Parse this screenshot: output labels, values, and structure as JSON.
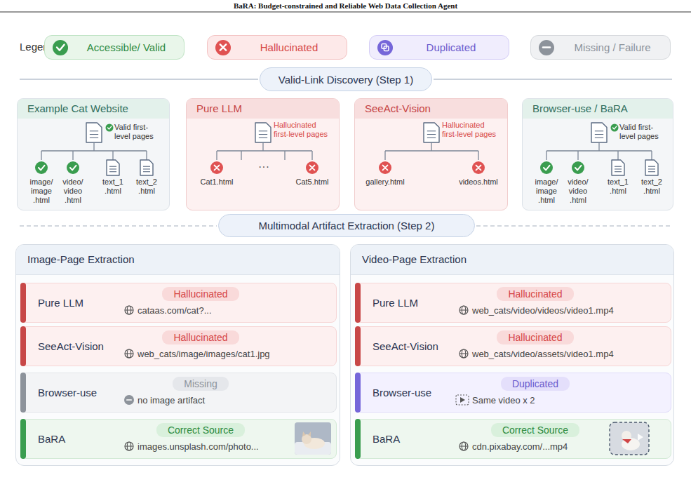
{
  "diagram": {
    "title": "BaRA: Budget-constrained and Reliable Web Data Collection Agent",
    "nodes": [
      {
        "text": [
          "Valid-Link Discovery (Step 1)"
        ]
      },
      {
        "text": [
          "Example Cat Website",
          "Valid first-level pages",
          "image/ image .html",
          "video/ video .html",
          "text_1 .html",
          "text_2 .html"
        ]
      },
      {
        "text": [
          "Pure LLM",
          "Hallucinated first-level pages",
          "Cat1.html",
          "···",
          "Cat5.html"
        ]
      },
      {
        "text": [
          "SeeAct-Vision",
          "Hallucinated first-level pages",
          "gallery.html",
          "videos.html"
        ]
      },
      {
        "text": [
          "Browser-use / BaRA",
          "Valid first-level pages",
          "image/ image .html",
          "video/ video .html",
          "text_1 .html",
          "text_2 .html"
        ]
      },
      {
        "text": [
          "Multimodal Artifact Extraction (Step 2)"
        ]
      },
      {
        "text": [
          "Image-Page Extraction"
        ]
      },
      {
        "text": [
          "Pure LLM",
          "Hallucinated",
          "cataas.com/cat?..."
        ],
        "in": 6
      },
      {
        "text": [
          "SeeAct-Vision",
          "Hallucinated",
          "web_cats/image/images/cat1.jpg"
        ],
        "in": 6
      },
      {
        "text": [
          "Browser-use",
          "Missing",
          "no image artifact"
        ],
        "in": 6
      },
      {
        "text": [
          "BaRA",
          "Correct Source",
          "images.unsplash.com/photo..."
        ],
        "in": 6
      },
      {
        "text": [
          "Video-Page Extraction"
        ]
      },
      {
        "text": [
          "Pure LLM",
          "Hallucinated",
          "web_cats/video/videos/video1.mp4"
        ],
        "in": 11
      },
      {
        "text": [
          "SeeAct-Vision",
          "Hallucinated",
          "web_cats/video/assets/video1.mp4"
        ],
        "in": 11
      },
      {
        "text": [
          "Browser-use",
          "Duplicated",
          "Same video x 2"
        ],
        "in": 11
      },
      {
        "text": [
          "BaRA",
          "Correct Source",
          "cdn.pixabay.com/...mp4"
        ],
        "in": 11
      }
    ],
    "labels": [
      "Legend:"
    ],
    "legend": [
      {
        "text": "Accessible/ Valid",
        "color": "#3a9d4f"
      },
      {
        "text": "Hallucinated",
        "color": "#e05252"
      },
      {
        "text": "Duplicated",
        "color": "#7566d9"
      },
      {
        "text": "Missing / Failure",
        "color": "#8d939b"
      }
    ]
  }
}
